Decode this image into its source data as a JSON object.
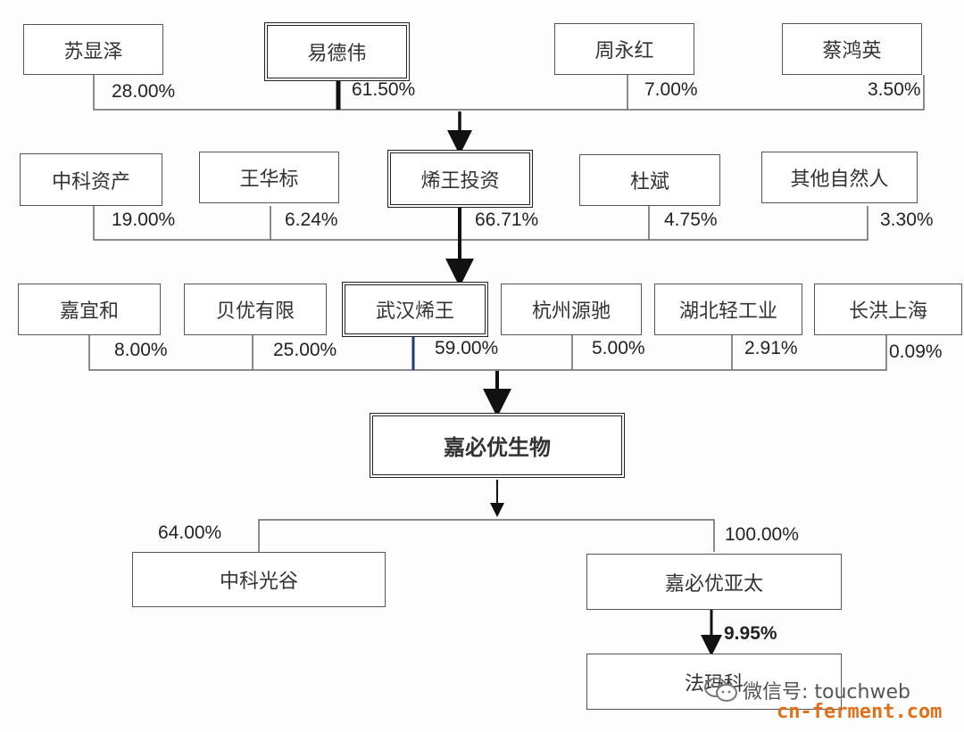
{
  "tier1": {
    "boxes": [
      "苏显泽",
      "易德伟",
      "周永红",
      "蔡鸿英"
    ],
    "percents": [
      "28.00%",
      "61.50%",
      "7.00%",
      "3.50%"
    ]
  },
  "tier2": {
    "boxes": [
      "中科资产",
      "王华标",
      "烯王投资",
      "杜斌",
      "其他自然人"
    ],
    "percents": [
      "19.00%",
      "6.24%",
      "66.71%",
      "4.75%",
      "3.30%"
    ]
  },
  "tier3": {
    "boxes": [
      "嘉宜和",
      "贝优有限",
      "武汉烯王",
      "杭州源驰",
      "湖北轻工业",
      "长洪上海"
    ],
    "percents": [
      "8.00%",
      "25.00%",
      "59.00%",
      "5.00%",
      "2.91%",
      "0.09%"
    ]
  },
  "center": {
    "name": "嘉必优生物"
  },
  "subsidiaries": {
    "boxes": [
      "中科光谷",
      "嘉必优亚太"
    ],
    "percents": [
      "64.00%",
      "100.00%"
    ]
  },
  "bottom": {
    "name": "法玛科",
    "percent": "9.95%"
  },
  "watermark": {
    "wechat": "微信号: touchweb",
    "site": "cn-ferment.com"
  }
}
